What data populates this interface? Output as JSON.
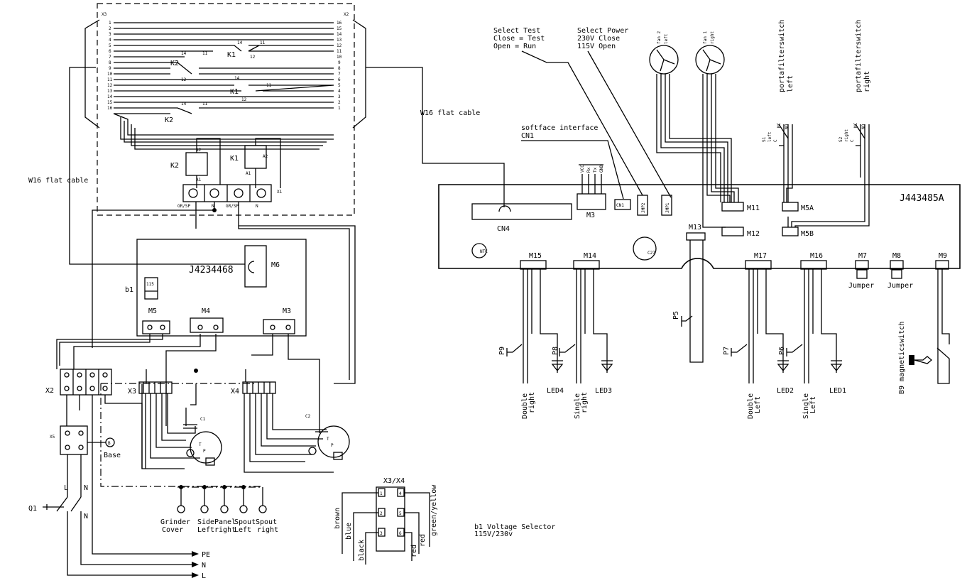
{
  "left_board": {
    "label": "J4234468",
    "b1": "b1",
    "b1_value": "115",
    "connectors": [
      "M6",
      "M5",
      "M4",
      "M3"
    ]
  },
  "relay_box": {
    "x3": "X3",
    "x2": "X2",
    "relays": [
      "K1",
      "K2",
      "K1",
      "K1",
      "K2"
    ],
    "k1": "K1",
    "k2": "K2",
    "x1": "X1",
    "terminals": [
      "GR/SP",
      "N",
      "GR/SP",
      "N"
    ],
    "left_numbers": [
      "1",
      "2",
      "3",
      "4",
      "5",
      "6",
      "7",
      "8",
      "9",
      "10",
      "11",
      "12",
      "13",
      "14",
      "15",
      "16"
    ],
    "right_numbers": [
      "16",
      "15",
      "14",
      "13",
      "12",
      "11",
      "10",
      "9",
      "8",
      "7",
      "6",
      "5",
      "4",
      "3",
      "2",
      "1"
    ]
  },
  "cables": {
    "flat_left": "W16 flat cable",
    "flat_right": "W16 flat cable"
  },
  "power": {
    "x2": "X2",
    "x5": "X5",
    "q1": "Q1",
    "l": "L",
    "n": "N",
    "base_symbol": "B",
    "base": "Base",
    "outputs": [
      "PE",
      "N",
      "L"
    ]
  },
  "pumps": {
    "x3": "X3",
    "x4": "X4",
    "c1": "C1",
    "c2": "C2",
    "motor_t": "T",
    "motor_p": "P"
  },
  "ground_points": [
    {
      "l1": "Grinder",
      "l2": "Cover"
    },
    {
      "l1": "Side",
      "l2": "Left"
    },
    {
      "l1": "Panel",
      "l2": "right"
    },
    {
      "l1": "Spout",
      "l2": "Left"
    },
    {
      "l1": "Spout",
      "l2": "right"
    }
  ],
  "legend": {
    "title": "X3/X4",
    "pins": [
      "1",
      "4",
      "2",
      "5",
      "3",
      "6"
    ],
    "wires_left": [
      "brown",
      "blue",
      "black"
    ],
    "wires_right": [
      "green/yellow",
      "red",
      "red"
    ],
    "b1_line1": "b1 Voltage Selector",
    "b1_line2": "115V/230v"
  },
  "right_board": {
    "label": "J443485A",
    "cn4": "CN4",
    "m3": "M3",
    "m3_pins": [
      "VCC",
      "Rx",
      "Tx",
      "GND"
    ],
    "cn1": "CN1",
    "jmp2": "JMP2",
    "jmp1": "JMP1",
    "ntc": "NTC",
    "c27": "C27",
    "m11": "M11",
    "m12": "M12",
    "m13": "M13",
    "m5a": "M5A",
    "m5b": "M5B",
    "bottom": [
      "M15",
      "M14",
      "M17",
      "M16",
      "M7",
      "M8",
      "M9"
    ]
  },
  "annotations": {
    "select_test_1": "Select Test",
    "select_test_2": "Close = Test",
    "select_test_3": "Open = Run",
    "select_power_1": "Select Power",
    "select_power_2": "230V Close",
    "select_power_3": "115V Open",
    "softface_1": "softface interface",
    "softface_2": "CN1",
    "fan2_1": "fan 2",
    "fan2_2": "left",
    "fan1_1": "fan 1",
    "fan1_2": "right",
    "pf_left_1": "portafilterswitch",
    "pf_left_2": "left",
    "pf_right_1": "portafilterswitch",
    "pf_right_2": "right",
    "s1_1": "S1",
    "s1_2": "left",
    "s2_1": "S2",
    "s2_2": "right",
    "nc": "NC",
    "no": "NO",
    "c": "C"
  },
  "switches": [
    {
      "p": "P9",
      "l1": "Double",
      "l2": "right",
      "led": "LED4"
    },
    {
      "p": "P8",
      "l1": "Single",
      "l2": "right",
      "led": "LED3"
    },
    {
      "p": "P7",
      "l1": "Double",
      "l2": "Left",
      "led": "LED2"
    },
    {
      "p": "P6",
      "l1": "Single",
      "l2": "Left",
      "led": "LED1"
    }
  ],
  "p5": "P5",
  "jumpers": [
    "Jumper",
    "Jumper"
  ],
  "magnetic_switch": "B9 magneticswitch"
}
